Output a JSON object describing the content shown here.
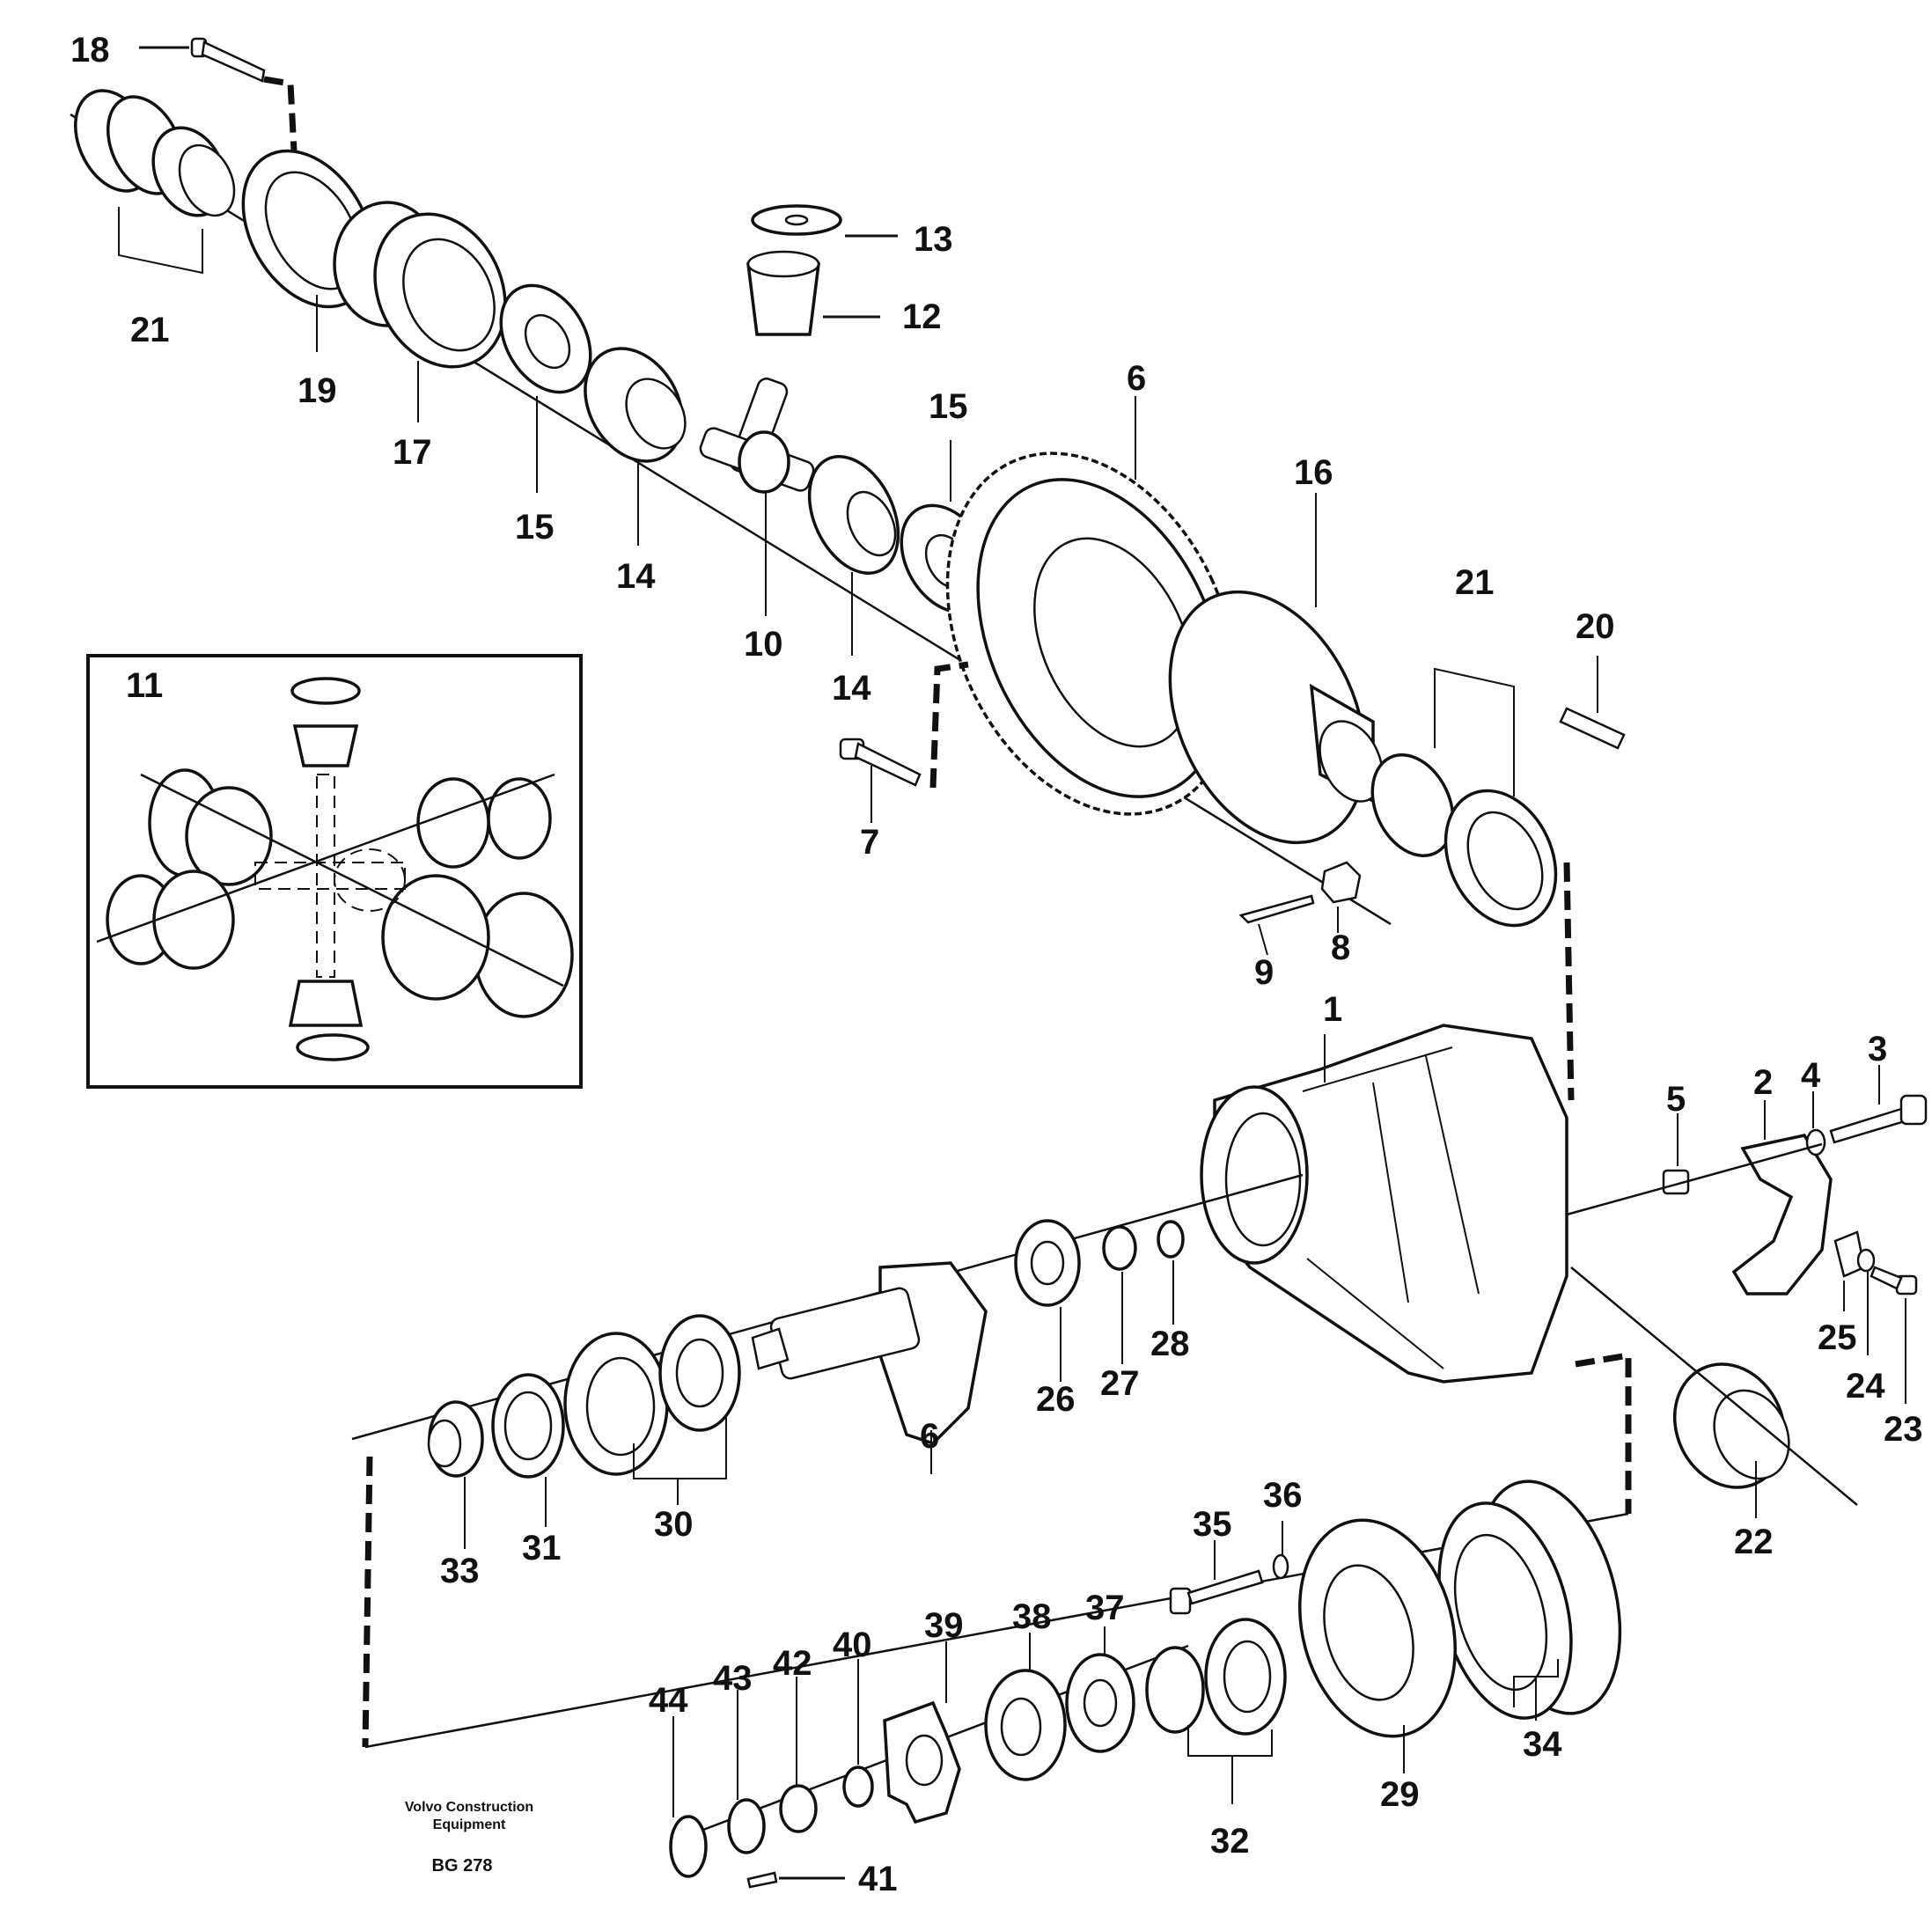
{
  "labels": {
    "l1": "1",
    "l2": "2",
    "l3": "3",
    "l4": "4",
    "l5": "5",
    "l6a": "6",
    "l6b": "6",
    "l7": "7",
    "l8": "8",
    "l9": "9",
    "l10": "10",
    "l12": "12",
    "l13": "13",
    "l14a": "14",
    "l14b": "14",
    "l15a": "15",
    "l15b": "15",
    "l16": "16",
    "l17": "17",
    "l18": "18",
    "l19": "19",
    "l20": "20",
    "l21a": "21",
    "l21b": "21",
    "l22": "22",
    "l23": "23",
    "l24": "24",
    "l25": "25",
    "l26": "26",
    "l27": "27",
    "l28": "28",
    "l29": "29",
    "l30": "30",
    "l31": "31",
    "l32": "32",
    "l33": "33",
    "l34": "34",
    "l35": "35",
    "l36": "36",
    "l37": "37",
    "l38": "38",
    "l39": "39",
    "l40": "40",
    "l41": "41",
    "l42": "42",
    "l43": "43",
    "l44": "44"
  },
  "inset": {
    "label": "11"
  },
  "caption": {
    "line1": "Volvo Construction",
    "line2": "Equipment",
    "ref": "BG 278"
  }
}
